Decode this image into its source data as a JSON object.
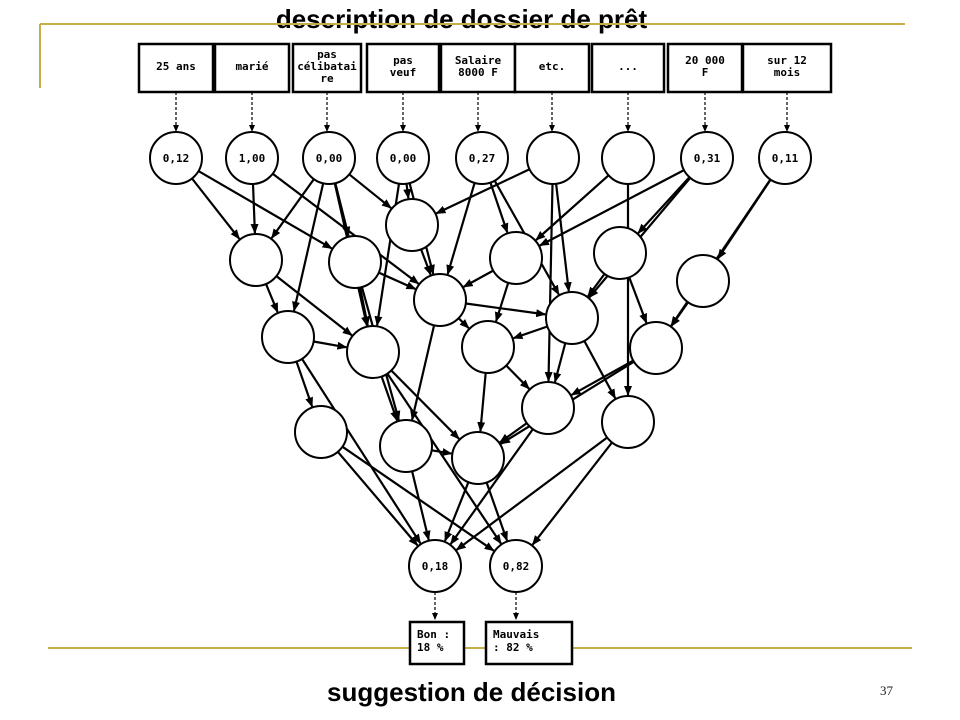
{
  "slide": {
    "title": "description de dossier de prêt",
    "bottom_title": "suggestion de décision",
    "page_number": "37"
  },
  "inputs": [
    {
      "lines": [
        "25 ans"
      ],
      "activation": "0,12"
    },
    {
      "lines": [
        "marié"
      ],
      "activation": "1,00"
    },
    {
      "lines": [
        "pas",
        "célibatai",
        "re"
      ],
      "activation": "0,00"
    },
    {
      "lines": [
        "pas",
        "veuf"
      ],
      "activation": "0,00"
    },
    {
      "lines": [
        "Salaire",
        "8000 F"
      ],
      "activation": "0,27"
    },
    {
      "lines": [
        "etc."
      ],
      "activation": ""
    },
    {
      "lines": [
        "..."
      ],
      "activation": ""
    },
    {
      "lines": [
        "20 000",
        "F"
      ],
      "activation": "0,31"
    },
    {
      "lines": [
        "sur 12",
        "mois"
      ],
      "activation": "0,11"
    }
  ],
  "outputs": [
    {
      "activation": "0,18",
      "lines": [
        "Bon :",
        "18 %"
      ]
    },
    {
      "activation": "0,82",
      "lines": [
        "Mauvais",
        ": 82 %"
      ]
    }
  ],
  "colors": {
    "rule": "#c9ae45",
    "ink": "#000000"
  }
}
